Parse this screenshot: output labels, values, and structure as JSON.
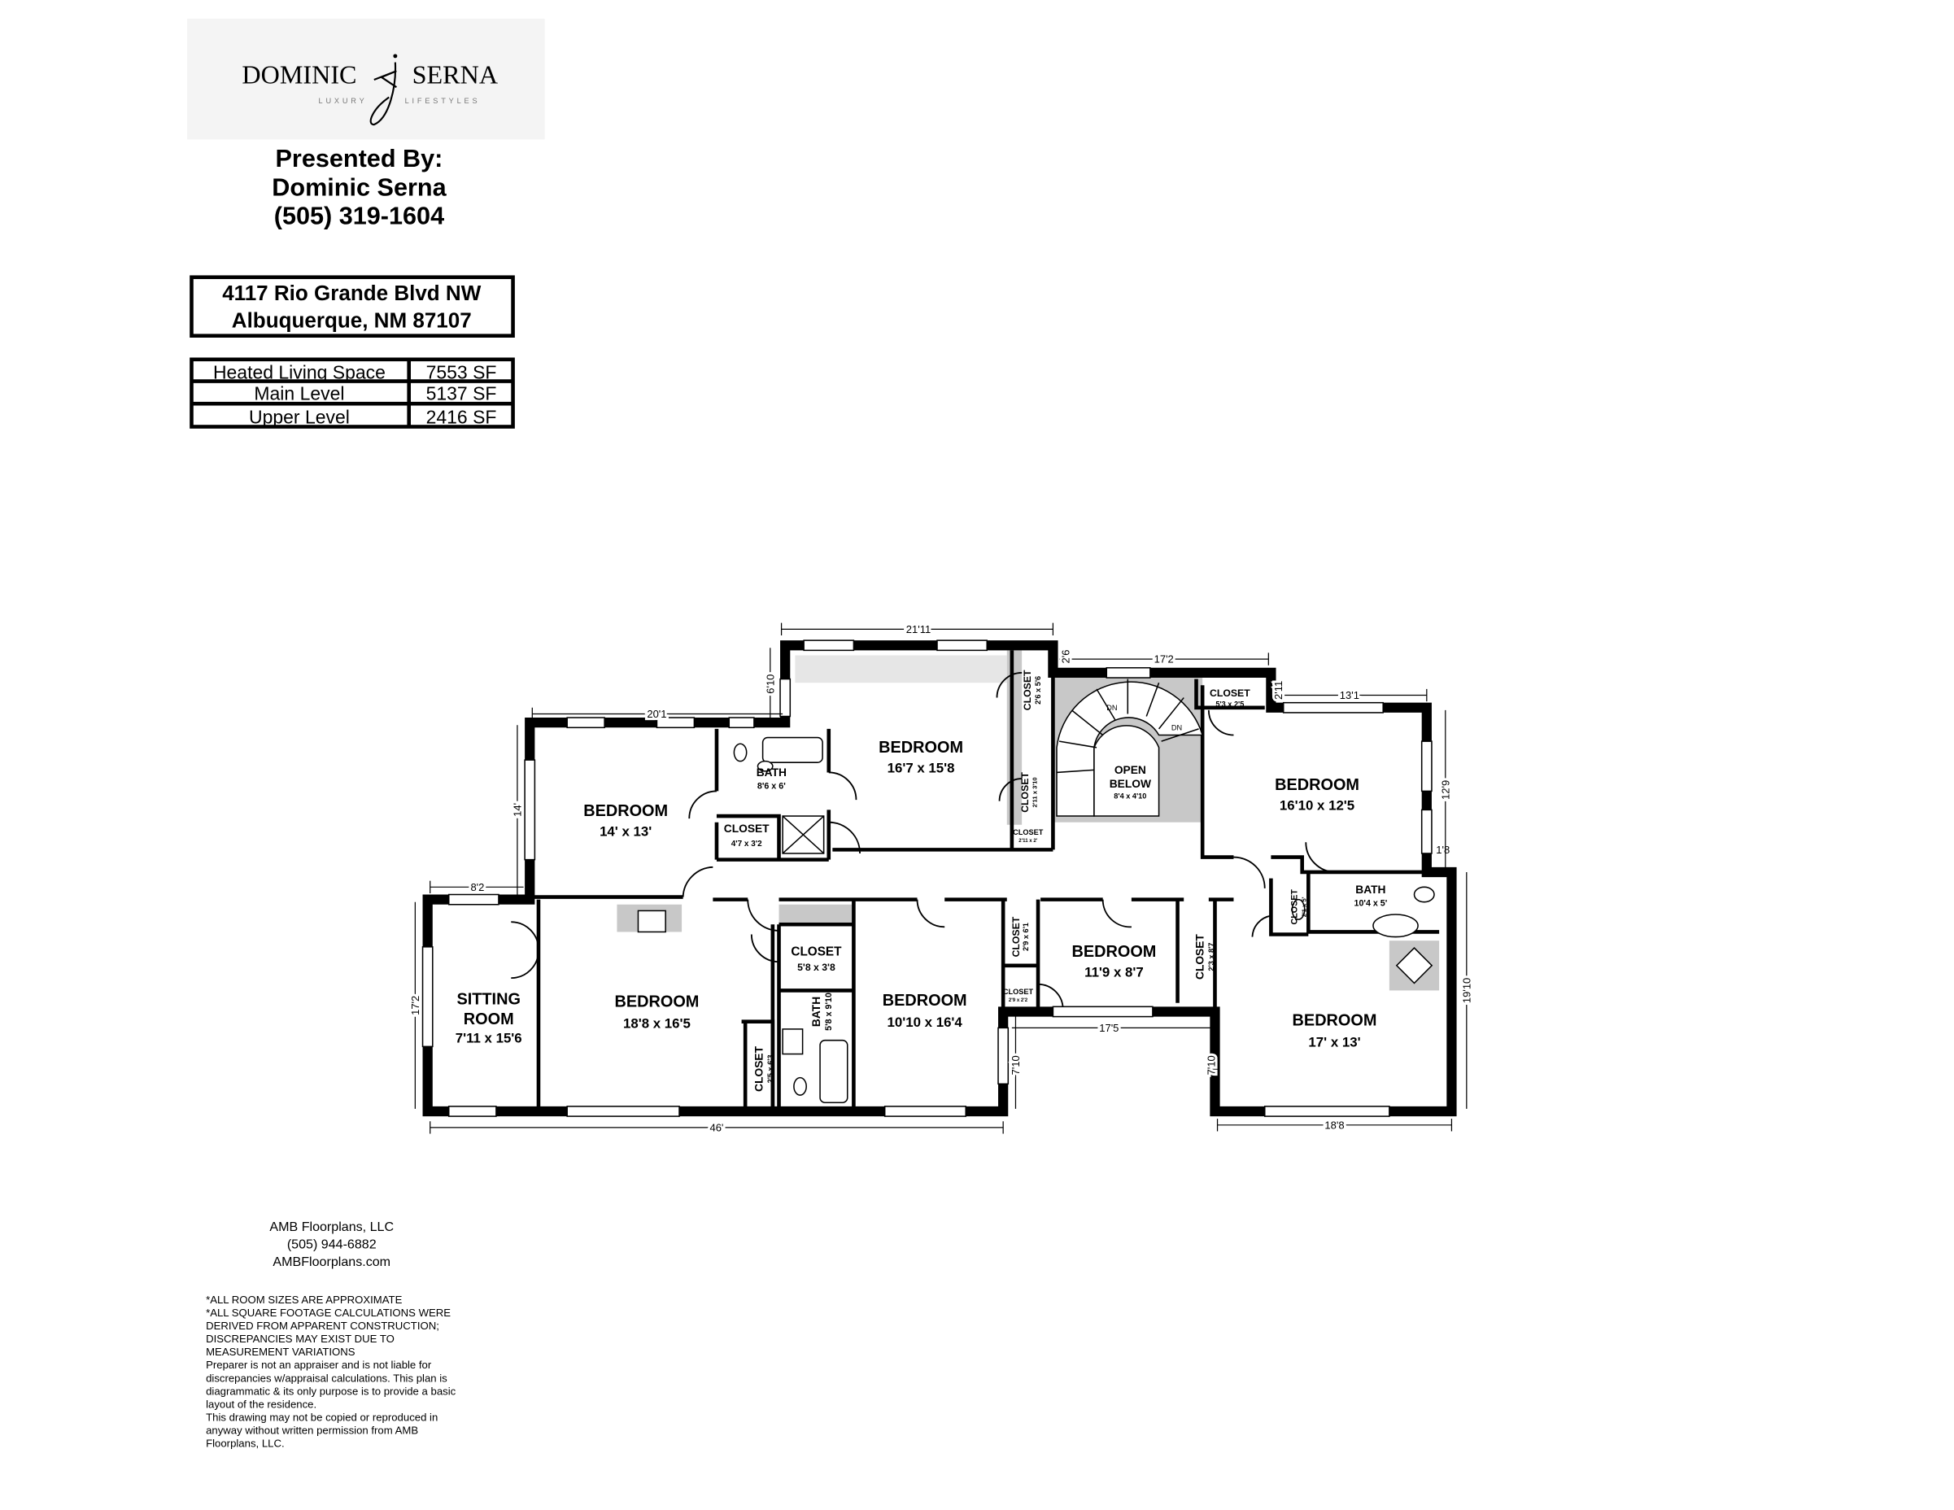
{
  "logo": {
    "name_left": "DOMINIC",
    "name_right": "SERNA",
    "monogram": "J.",
    "tag_left": "LUXURY",
    "tag_right": "LIFESTYLES"
  },
  "presenter": {
    "line1": "Presented By:",
    "line2": "Dominic Serna",
    "line3": "(505) 319-1604"
  },
  "address": {
    "line1": "4117 Rio Grande Blvd NW",
    "line2": "Albuquerque, NM 87107"
  },
  "area_table": [
    {
      "label": "Heated Living Space",
      "value": "7553 SF"
    },
    {
      "label": "Main Level",
      "value": "5137 SF"
    },
    {
      "label": "Upper Level",
      "value": "2416 SF"
    }
  ],
  "rooms": {
    "sitting": {
      "name1": "SITTING",
      "name2": "ROOM",
      "size": "7'11 x 15'6"
    },
    "bed_a": {
      "name": "BEDROOM",
      "size": "18'8 x 16'5"
    },
    "bed_b": {
      "name": "BEDROOM",
      "size": "10'10 x 16'4"
    },
    "bed_c": {
      "name": "BEDROOM",
      "size": "11'9 x 8'7"
    },
    "bed_d": {
      "name": "BEDROOM",
      "size": "17' x 13'"
    },
    "bed_e": {
      "name": "BEDROOM",
      "size": "16'10 x 12'5"
    },
    "bed_f": {
      "name": "BEDROOM",
      "size": "16'7 x 15'8"
    },
    "bed_g": {
      "name": "BEDROOM",
      "size": "14' x 13'"
    },
    "bath_a": {
      "name": "BATH",
      "size": "8'6 x 6'"
    },
    "bath_b": {
      "name": "BATH",
      "size": "5'8 x 9'10"
    },
    "bath_c": {
      "name": "BATH",
      "size": "10'4 x 5'"
    },
    "open_below": {
      "name1": "OPEN",
      "name2": "BELOW",
      "size": "8'4 x 4'10"
    },
    "stair_dn": "DN",
    "closets": [
      {
        "name": "CLOSET",
        "size": "4'7 x 3'2"
      },
      {
        "name": "CLOSET",
        "size": "2'6 x 5'6"
      },
      {
        "name": "CLOSET",
        "size": "2'11 x 3'10"
      },
      {
        "name": "CLOSET",
        "size": "2'11 x 2'"
      },
      {
        "name": "CLOSET",
        "size": "5'3 x 2'5"
      },
      {
        "name": "CLOSET",
        "size": "5'8 x 3'8"
      },
      {
        "name": "CLOSET",
        "size": "2'5 x 6'3"
      },
      {
        "name": "CLOSET",
        "size": "2'9 x 6'1"
      },
      {
        "name": "CLOSET",
        "size": "2'9 x 2'2"
      },
      {
        "name": "CLOSET",
        "size": "2'3 x 8'7"
      },
      {
        "name": "CLOSET",
        "size": "2'1 x 5'"
      }
    ]
  },
  "dimensions": {
    "top_f": "21'11",
    "top_g": "20'1",
    "left_f": "6'10",
    "left_g": "14'",
    "top_sitting": "8'2",
    "left_sitting": "17'2",
    "bottom": "46'",
    "stair_step": "2'6",
    "top_stair": "17'2",
    "closet_step": "2'11",
    "top_e": "13'1",
    "right_e": "12'9",
    "right_jog": "1'8",
    "right_d": "19'10",
    "bottom_d": "18'8",
    "bottom_c": "17'5",
    "notch_left": "7'10",
    "notch_right": "7'10"
  },
  "footer": {
    "company": "AMB Floorplans, LLC",
    "phone": "(505) 944-6882",
    "website": "AMBFloorplans.com",
    "disclaimer": [
      "*ALL ROOM SIZES ARE APPROXIMATE",
      "*ALL SQUARE FOOTAGE CALCULATIONS WERE",
      "DERIVED FROM APPARENT CONSTRUCTION;",
      "DISCREPANCIES MAY EXIST DUE TO",
      "MEASUREMENT VARIATIONS",
      "Preparer is not an appraiser and is not liable for",
      "discrepancies w/appraisal calculations.  This plan is",
      "diagrammatic & its only purpose is to provide a basic",
      "layout of the residence.",
      "This drawing may not be copied or reproduced in",
      "anyway without written permission from AMB",
      "Floorplans, LLC."
    ]
  },
  "colors": {
    "wall": "#000000",
    "fill_gray": "#c8c8c8",
    "logo_bg": "#f4f4f4"
  }
}
